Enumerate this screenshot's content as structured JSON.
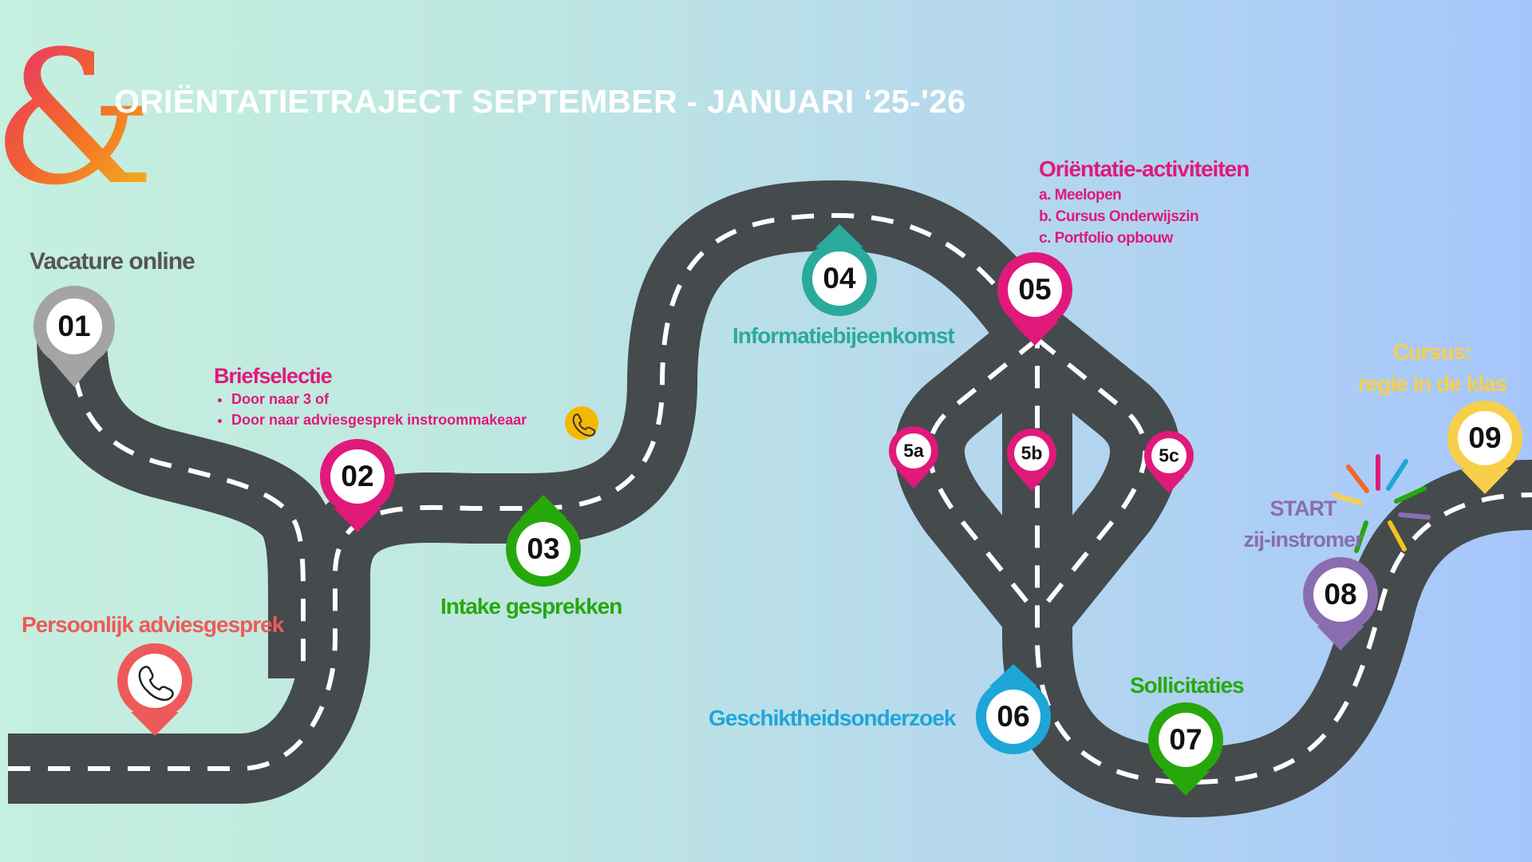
{
  "title": "ORIËNTATIETRAJECT SEPTEMBER - JANUARI ‘25-'26",
  "colors": {
    "road": "#454a4d",
    "dash": "#ffffff",
    "grey": "#a4a4a4",
    "pink": "#e0197a",
    "green": "#26a80c",
    "teal": "#2aaa9c",
    "blue": "#1ea6d8",
    "purple": "#8a6db0",
    "yellow": "#f7cf4a",
    "coral": "#ee5a5a"
  },
  "steps": {
    "s01": {
      "num": "01",
      "label": "Vacature online"
    },
    "s02": {
      "num": "02",
      "label": "Briefselectie",
      "bullets": [
        "Door naar 3 of",
        "Door naar adviesgesprek instroommakeaar"
      ]
    },
    "s03": {
      "num": "03",
      "label": "Intake gesprekken"
    },
    "s04": {
      "num": "04",
      "label": "Informatiebijeenkomst"
    },
    "s05": {
      "num": "05",
      "label": "Oriëntatie-activiteiten",
      "items": [
        "a. Meelopen",
        "b. Cursus Onderwijszin",
        "c. Portfolio opbouw"
      ]
    },
    "s5a": {
      "num": "5a"
    },
    "s5b": {
      "num": "5b"
    },
    "s5c": {
      "num": "5c"
    },
    "s06": {
      "num": "06",
      "label": "Geschiktheidsonderzoek"
    },
    "s07": {
      "num": "07",
      "label": "Sollicitaties"
    },
    "s08": {
      "num": "08",
      "label_line1": "START",
      "label_line2": "zij-instromer"
    },
    "s09": {
      "num": "09",
      "label_line1": "Cursus:",
      "label_line2": "regie in de klas"
    },
    "advies": {
      "label": "Persoonlijk adviesgesprek",
      "icon": "phone-icon"
    }
  }
}
